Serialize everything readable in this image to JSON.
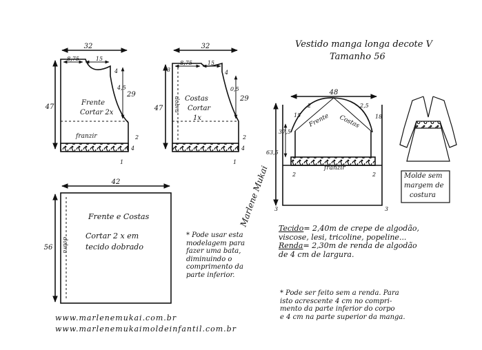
{
  "title": {
    "line1": "Vestido manga longa decote V",
    "line2": "Tamanho 56"
  },
  "bodice_front": {
    "label_line1": "Frente",
    "label_line2": "Cortar 2x",
    "width": "32",
    "neck": "8,75",
    "shoulder": "15",
    "neck_drop": "4",
    "armhole": "4,5",
    "side": "29",
    "length": "47",
    "hem_out": "2",
    "hem_up": "4",
    "gather": "franzir",
    "hem_mark": "1"
  },
  "bodice_back": {
    "label_line1": "Costas",
    "label_line2": "Cortar",
    "label_line3": "1x",
    "fold": "dobra",
    "width": "32",
    "neck": "8,75",
    "shoulder": "15",
    "neck_drop": "3",
    "shoulder_drop": "4",
    "armhole": "0,5",
    "side": "29",
    "length": "47",
    "hem_out": "2",
    "hem_up": "4",
    "hem_mark": "1"
  },
  "sleeve": {
    "width": "48",
    "cap_left": "2",
    "cap_right": "2,5",
    "cap_height_left": "15",
    "cap_height_right": "18",
    "cap_length": "37,5",
    "front_label": "Frente",
    "back_label": "Costas",
    "total_length": "63,5",
    "gather": "franzir",
    "cuff_left": "2",
    "cuff_right": "2",
    "bottom_left": "3",
    "bottom_right": "3"
  },
  "skirt": {
    "width": "42",
    "height": "56",
    "fold": "dobra",
    "label_line1": "Frente e Costas",
    "label_line2": "Cortar 2 x em",
    "label_line3": "tecido dobrado"
  },
  "note_blouse": [
    "* Pode usar esta",
    "modelagem para",
    "fazer uma bata,",
    "diminuindo o",
    "comprimento da",
    "parte inferior."
  ],
  "materials": {
    "fabric_label": "Tecido",
    "fabric_text1": "= 2,40m de crepe de algodão,",
    "fabric_text2": "viscose, lesi, tricoline, popeline...",
    "lace_label": "Renda",
    "lace_text1": "= 2,30m de renda de algodão",
    "lace_text2": "de 4 cm de largura."
  },
  "note_lace": [
    "* Pode ser feito sem a renda. Para",
    "isto acrescente 4 cm no compri-",
    "mento da parte inferior do corpo",
    "e 4 cm na parte superior da manga."
  ],
  "molde_note": [
    "Molde sem",
    "margem de",
    "costura"
  ],
  "signature": "Marlene Mukai",
  "websites": [
    "www.marlenemukai.com.br",
    "www.marlenemukaimoldeinfantil.com.br"
  ]
}
